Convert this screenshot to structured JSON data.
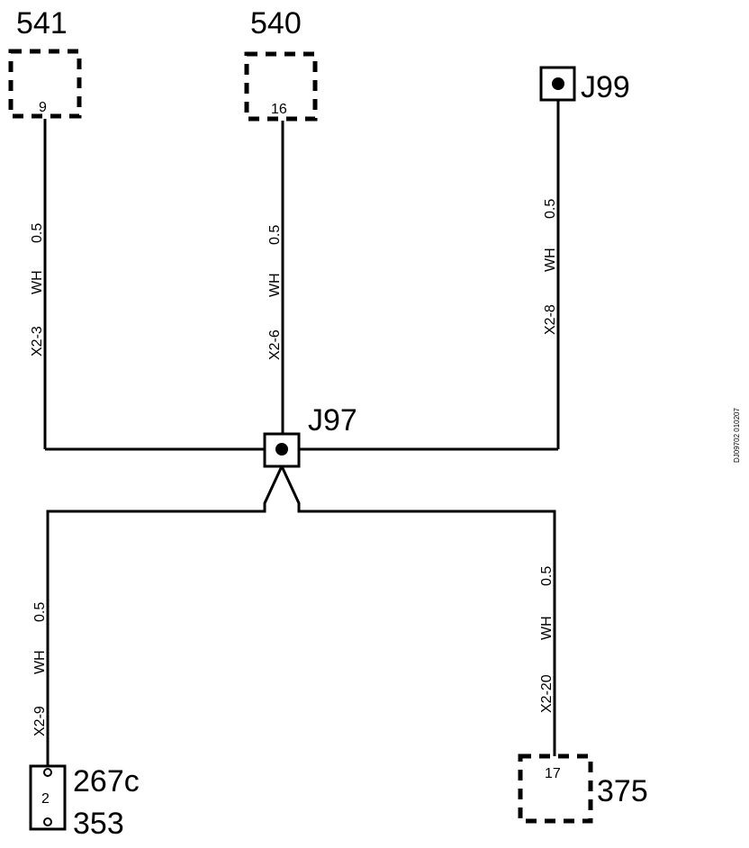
{
  "components": {
    "c541": {
      "label": "541",
      "pin": "9"
    },
    "c540": {
      "label": "540",
      "pin": "16"
    },
    "j99": {
      "label": "J99"
    },
    "j97": {
      "label": "J97"
    },
    "c267c": {
      "label": "267c",
      "label2": "353",
      "pin": "2"
    },
    "c375": {
      "label": "375",
      "pin": "17"
    }
  },
  "wires": {
    "w1": {
      "size": "0.5",
      "color": "WH",
      "circuit": "X2-3"
    },
    "w2": {
      "size": "0.5",
      "color": "WH",
      "circuit": "X2-6"
    },
    "w3": {
      "size": "0.5",
      "color": "WH",
      "circuit": "X2-8"
    },
    "w4": {
      "size": "0.5",
      "color": "WH",
      "circuit": "X2-9"
    },
    "w5": {
      "size": "0.5",
      "color": "WH",
      "circuit": "X2-20"
    }
  },
  "drawing_code": "DJ09702 010207"
}
